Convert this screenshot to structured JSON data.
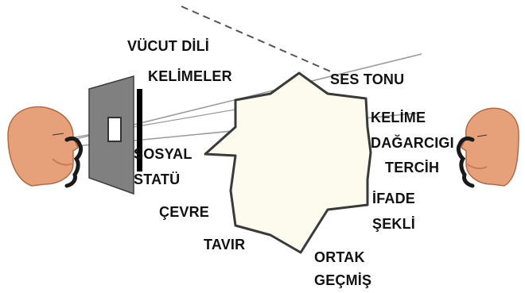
{
  "labels": {
    "vucut_dili": "VÜCUT DİLİ",
    "kelimeler": "KELİMELER",
    "ses_tonu": "SES TONU",
    "kelime": "KELİME",
    "dagarcigi": "DAĞARCIGI",
    "tercih": "TERCİH",
    "sosyal": "SOSYAL",
    "statu": "STATÜ",
    "cevre": "ÇEVRE",
    "ifade": "İFADE",
    "sekli": "ŞEKLİ",
    "tavir": "TAVIR",
    "ortak": "ORTAK",
    "gecmis": "GEÇMİŞ"
  },
  "colors": {
    "face": "#e6a07a",
    "face_shadow": "#c97b55",
    "barrier": "#7c7c7c",
    "barrier_dark": "#4a4a4a",
    "star_fill": "#fdfbee",
    "lines": "#8a8a8a"
  }
}
